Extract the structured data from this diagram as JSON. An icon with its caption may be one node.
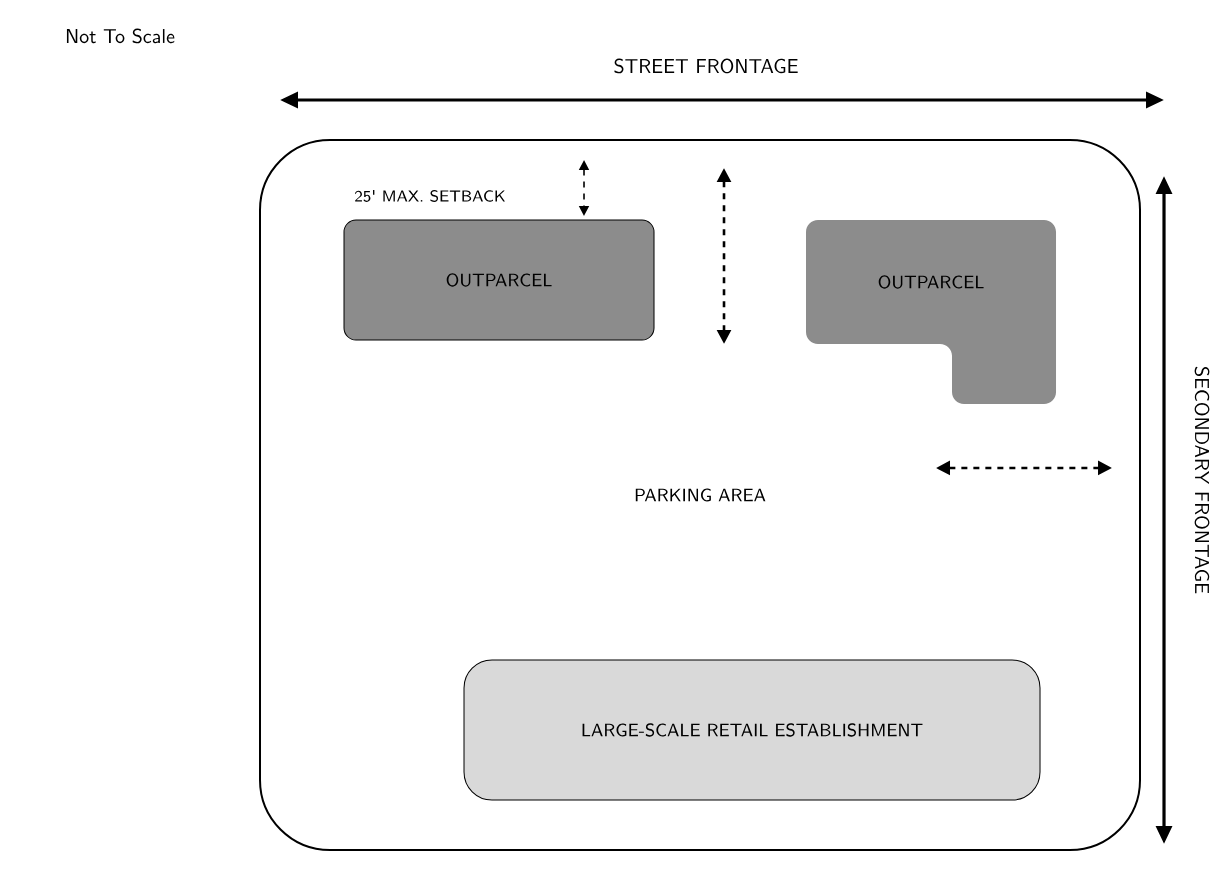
{
  "diagram": {
    "nodes": [
      {
        "text": [
          "PARKING AREA"
        ]
      },
      {
        "text": [
          "OUTPARCEL"
        ],
        "in": 0
      },
      {
        "text": [
          "OUTPARCEL"
        ],
        "in": 0
      },
      {
        "text": [
          "LARGE-SCALE RETAIL ESTABLISHMENT"
        ],
        "in": 0
      }
    ],
    "labels": [
      "Not To Scale",
      "STREET FRONTAGE",
      "25' MAX. SETBACK",
      "SECONDARY FRONTAGE"
    ]
  }
}
